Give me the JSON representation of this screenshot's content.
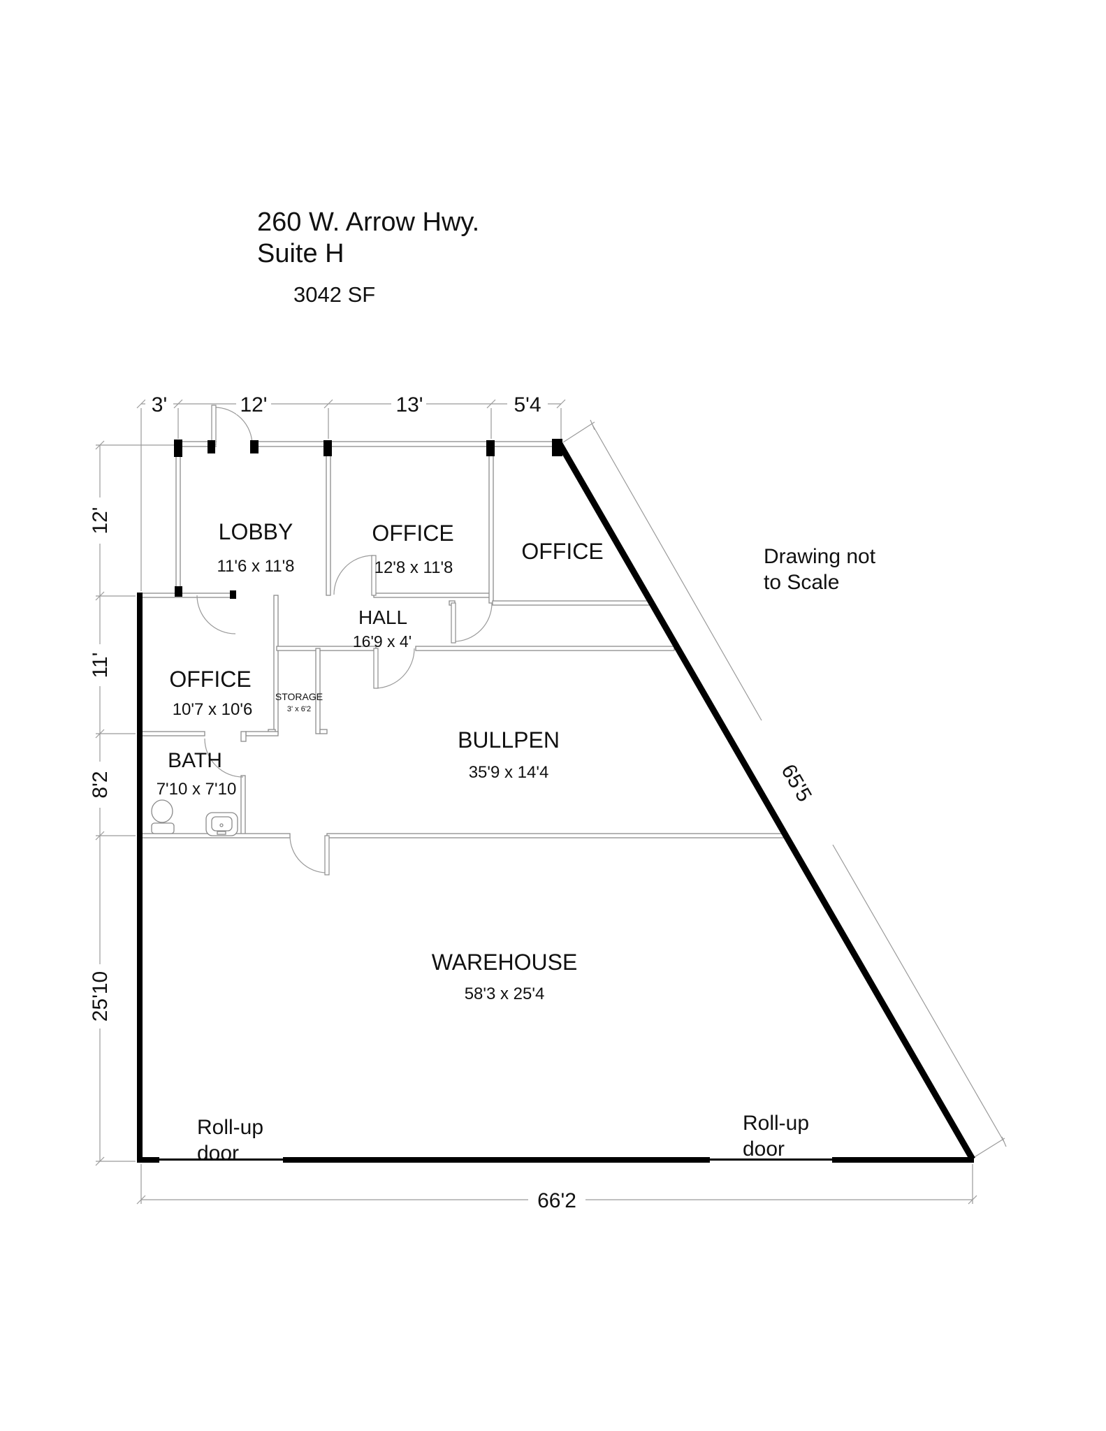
{
  "header": {
    "address_line1": "260 W. Arrow Hwy.",
    "address_line2": "Suite H",
    "area": "3042 SF"
  },
  "note": {
    "line1": "Drawing not",
    "line2": "to Scale"
  },
  "rooms": {
    "lobby": {
      "name": "LOBBY",
      "dims": "11'6 x 11'8"
    },
    "office_front": {
      "name": "OFFICE",
      "dims": "12'8 x 11'8"
    },
    "office_corner": {
      "name": "OFFICE"
    },
    "office_rear": {
      "name": "OFFICE",
      "dims": "10'7 x 10'6"
    },
    "hall": {
      "name": "HALL",
      "dims": "16'9 x 4'"
    },
    "storage": {
      "name": "STORAGE",
      "dims": "3' x 6'2"
    },
    "bath": {
      "name": "BATH",
      "dims": "7'10 x 7'10"
    },
    "bullpen": {
      "name": "BULLPEN",
      "dims": "35'9 x 14'4"
    },
    "warehouse": {
      "name": "WAREHOUSE",
      "dims": "58'3 x 25'4"
    }
  },
  "dimensions": {
    "top": [
      "3'",
      "12'",
      "13'",
      "5'4"
    ],
    "left": [
      "12'",
      "11'",
      "8'2",
      "25'10"
    ],
    "diagonal": "65'5",
    "bottom": "66'2"
  },
  "doors": {
    "rollup_left_line1": "Roll-up",
    "rollup_left_line2": "door",
    "rollup_right_line1": "Roll-up",
    "rollup_right_line2": "door"
  }
}
